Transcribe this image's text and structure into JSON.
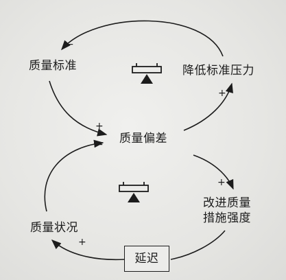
{
  "nodes": {
    "quality_standard": "质量标准",
    "reduce_standard_pressure": "降低标准压力",
    "quality_gap": "质量偏差",
    "improve_quality_line1": "改进质量",
    "improve_quality_line2": "措施强度",
    "quality_status": "质量状况",
    "delay": "延迟"
  },
  "signs": {
    "top_loop_arrowhead": "−",
    "pressure_in": "+",
    "gap_in_plus": "+",
    "gap_in_minus": "−",
    "improve_in": "+",
    "status_in": "+"
  },
  "icons": [
    "balance-loop-icon-top",
    "balance-loop-icon-bottom"
  ]
}
